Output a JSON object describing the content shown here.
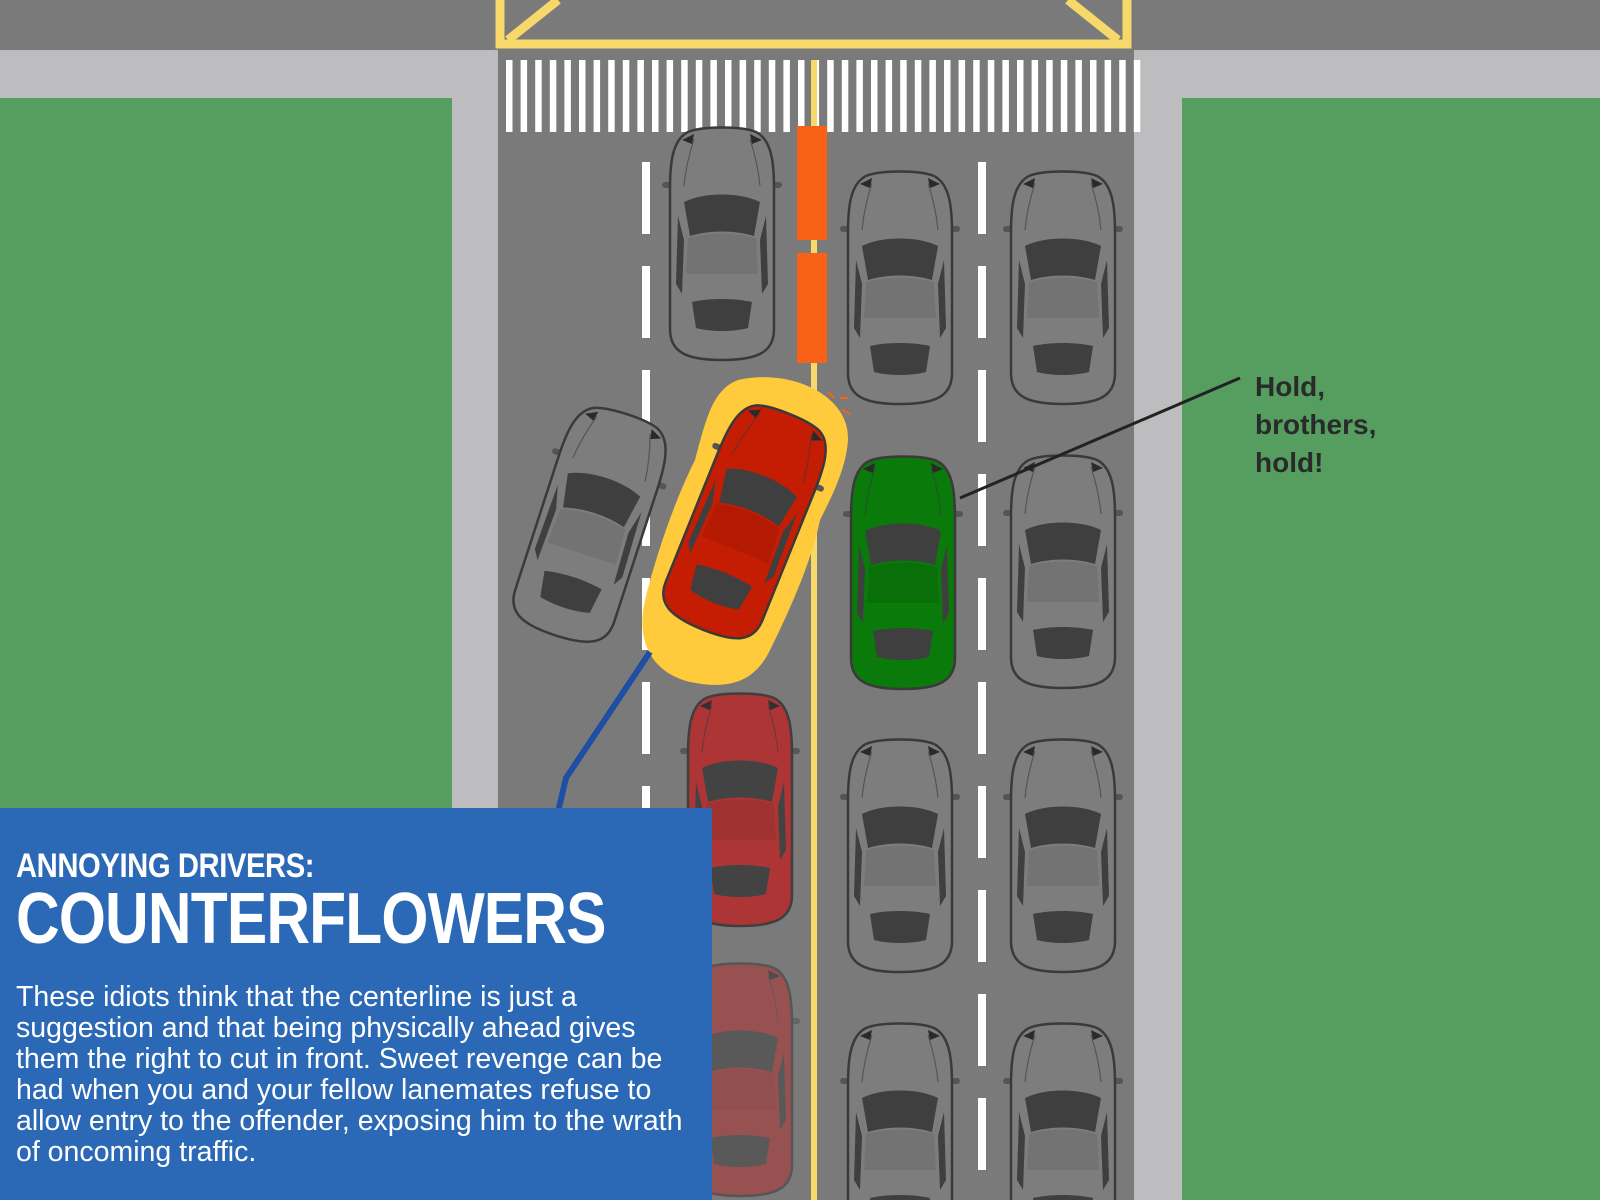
{
  "callout": {
    "lines": [
      "Hold,",
      "brothers,",
      "hold!"
    ]
  },
  "info": {
    "kicker": "ANNOYING DRIVERS:",
    "headline": "COUNTERFLOWERS",
    "body": "These idiots think that the centerline is just a suggestion and that being physically ahead gives them the right to cut in front. Sweet revenge can be had when you and your fellow lanemates refuse to allow entry to the offender, exposing him to the wrath of oncoming traffic."
  },
  "colors": {
    "road": "#7a7a7a",
    "sidewalk": "#bdbdbf",
    "grass": "#559e60",
    "centerline": "#f7d86b",
    "barrier": "#f96216",
    "highlight": "#ffcb3d",
    "offender_car": "#c41d03",
    "hero_car": "#0a7a0a",
    "ghost_car": "#b23030",
    "traffic_car": "#7d7d7d",
    "path_line": "#1f4fa3",
    "info_box": "#2b68b6"
  }
}
